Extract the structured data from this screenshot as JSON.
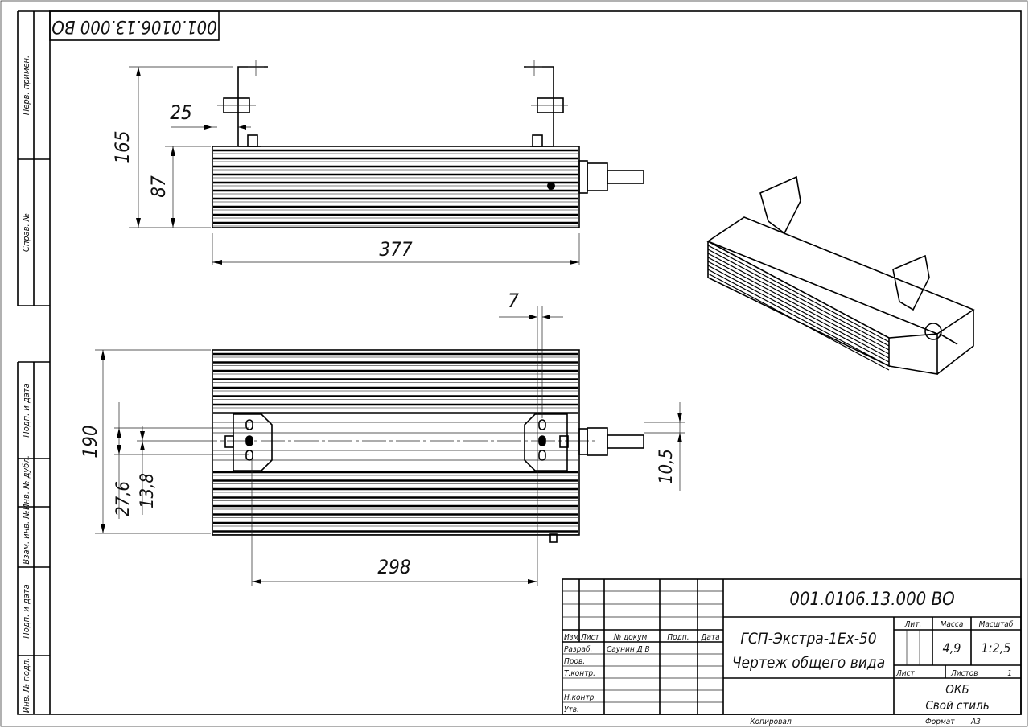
{
  "drawing": {
    "designation": "001.0106.13.000 ВО",
    "designation_rotated": "001.0106.13.000 ВО",
    "product_name": "ГСП-Экстра-1Ex-50",
    "document_name": "Чертеж общего вида",
    "copied_label": "Копировал",
    "format_label": "Формат",
    "format_value": "А3"
  },
  "side_strip": [
    {
      "label": "Перв. примен."
    },
    {
      "label": "Справ. №"
    },
    {
      "label": "Подп. и дата"
    },
    {
      "label": "Инв. № дубл."
    },
    {
      "label": "Взам. инв. №"
    },
    {
      "label": "Подп. и дата"
    },
    {
      "label": "Инв. № подл."
    }
  ],
  "title_block": {
    "headers": {
      "izm": "Изм.",
      "list": "Лист",
      "doc_no": "№ докум.",
      "sign": "Подп.",
      "date": "Дата"
    },
    "roles": [
      "Разраб.",
      "Пров.",
      "Т.контр.",
      "",
      "Н.контр.",
      "Утв."
    ],
    "developer_name": "Саунин Д В",
    "lit_label": "Лит.",
    "mass_label": "Масса",
    "scale_label": "Масштаб",
    "mass_value": "4,9",
    "scale_value": "1:2,5",
    "sheet_label": "Лист",
    "sheets_label": "Листов",
    "sheets_value": "1",
    "org_line1": "ОКБ",
    "org_line2": "Свой стиль"
  },
  "dimensions": {
    "front_view": {
      "height_total": "165",
      "height_body": "87",
      "bracket_offset": "25",
      "length": "377"
    },
    "plan_view": {
      "width": "190",
      "slot_span": "27,6",
      "slot_pitch": "13,8",
      "slot_offset": "7",
      "cable_dim": "10,5",
      "bracket_spacing": "298"
    }
  }
}
